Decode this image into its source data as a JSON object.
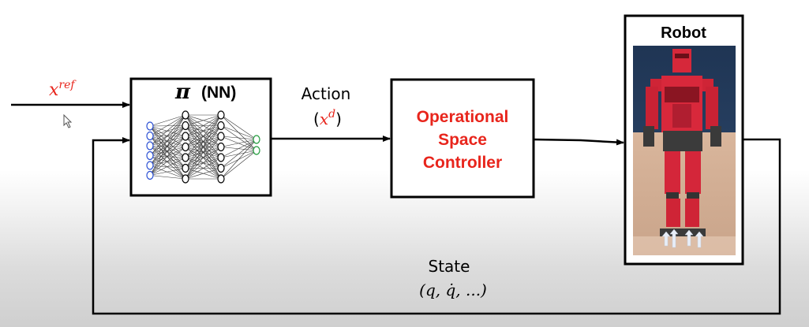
{
  "colors": {
    "line": "#000000",
    "accent": "#e8251c",
    "node_blue": "#2a4fd4",
    "node_green": "#1f9a3a"
  },
  "input": {
    "symbol": "x",
    "superscript": "ref"
  },
  "policy": {
    "symbol": "π",
    "label": "(NN)"
  },
  "action": {
    "label": "Action",
    "open": "(",
    "symbol": "x",
    "superscript": "d",
    "close": ")"
  },
  "controller": {
    "line1": "Operational",
    "line2": "Space",
    "line3": "Controller"
  },
  "robot": {
    "title": "Robot"
  },
  "state": {
    "label": "State",
    "formula": "(q, q̇, ...)"
  },
  "icons": {
    "cursor": "mouse-pointer-icon"
  }
}
